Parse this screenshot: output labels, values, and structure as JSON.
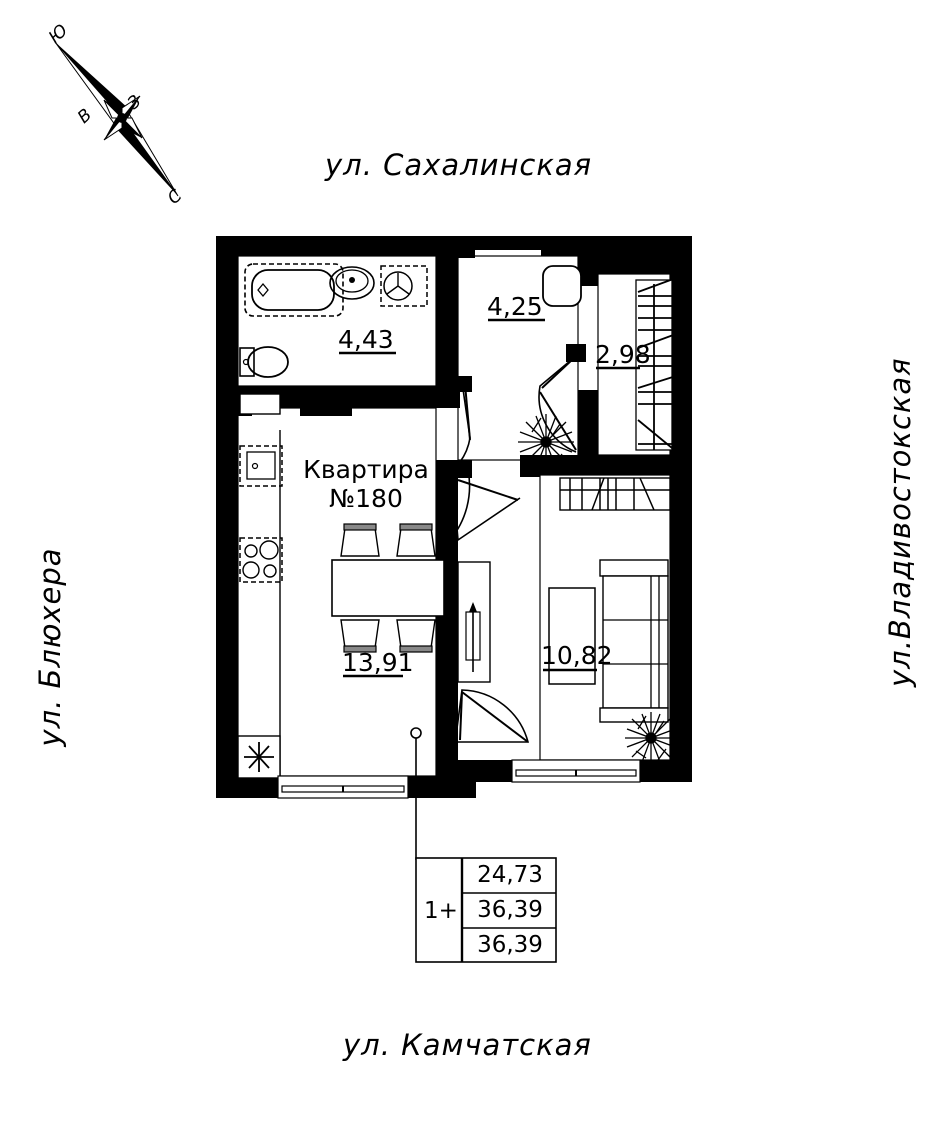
{
  "plan": {
    "apartment_label_line1": "Квартира",
    "apartment_label_line2": "№180",
    "streets": {
      "top": "ул. Сахалинская",
      "bottom": "ул. Камчатская",
      "left": "ул. Блюхера",
      "right": "ул.Владивостокская"
    },
    "compass": {
      "north": "С",
      "south": "Ю",
      "east": "В",
      "west": "З"
    },
    "rooms": [
      {
        "name": "bathroom",
        "area": "4,43"
      },
      {
        "name": "hallway",
        "area": "4,25"
      },
      {
        "name": "wardrobe",
        "area": "2,98"
      },
      {
        "name": "kitchen-living",
        "area": "13,91"
      },
      {
        "name": "living-room",
        "area": "10,82"
      }
    ],
    "summary_table": {
      "rooms_label": "1+",
      "rows": [
        "24,73",
        "36,39",
        "36,39"
      ]
    },
    "colors": {
      "wall": "#000000",
      "background": "#ffffff",
      "furniture_line": "#000000"
    }
  }
}
